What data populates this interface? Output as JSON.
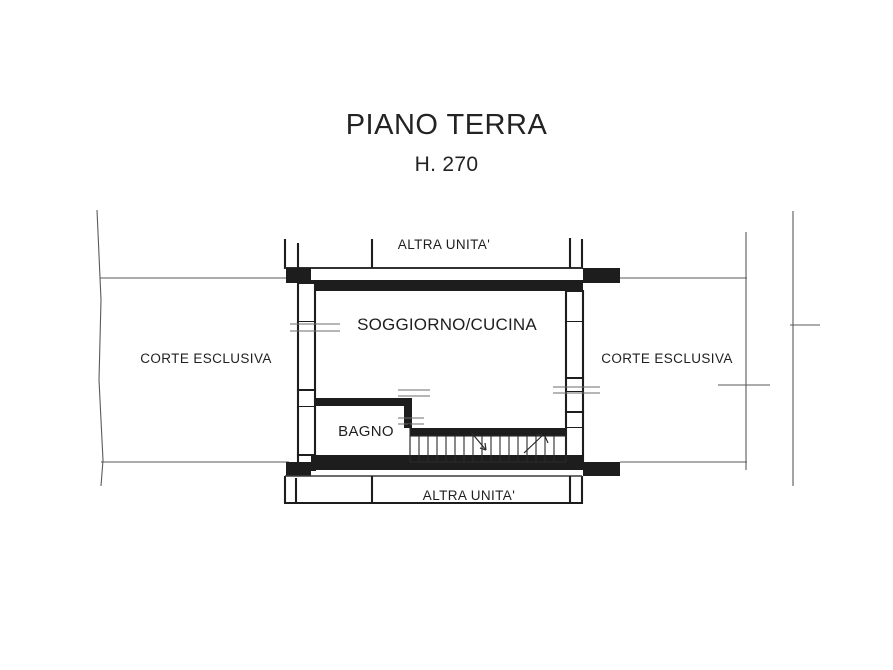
{
  "document": {
    "type": "architectural-floor-plan",
    "title": "PIANO TERRA",
    "subtitle": "H. 270",
    "language": "it"
  },
  "labels": {
    "title": "PIANO TERRA",
    "height_note": "H. 270",
    "altra_unita_top": "ALTRA UNITA'",
    "altra_unita_bottom": "ALTRA UNITA'",
    "soggiorno_cucina": "SOGGIORNO/CUCINA",
    "bagno": "BAGNO",
    "corte_esclusiva_left": "CORTE ESCLUSIVA",
    "corte_esclusiva_right": "CORTE ESCLUSIVA"
  },
  "rooms": [
    {
      "name": "SOGGIORNO/CUCINA",
      "kind": "living-kitchen"
    },
    {
      "name": "BAGNO",
      "kind": "bathroom"
    },
    {
      "name": "CORTE ESCLUSIVA",
      "kind": "exclusive-courtyard",
      "side": "left"
    },
    {
      "name": "CORTE ESCLUSIVA",
      "kind": "exclusive-courtyard",
      "side": "right"
    },
    {
      "name": "ALTRA UNITA'",
      "kind": "other-unit",
      "side": "top"
    },
    {
      "name": "ALTRA UNITA'",
      "kind": "other-unit",
      "side": "bottom"
    }
  ],
  "features": {
    "staircase": "staircase-with-direction-arrows",
    "wall_color": "#1d1d1d",
    "background_color": "#ffffff",
    "text_color": "#1f1f1f"
  }
}
